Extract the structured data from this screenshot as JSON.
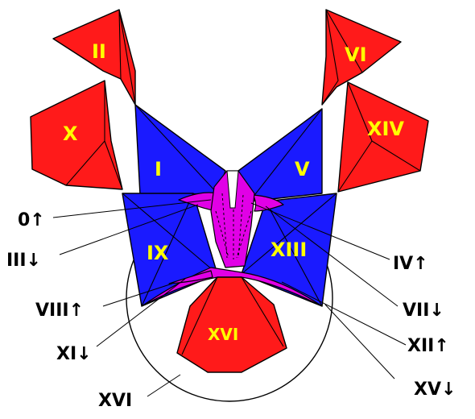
{
  "regions": {
    "i": "I",
    "ii": "II",
    "v": "V",
    "vi": "VI",
    "ix": "IX",
    "x": "X",
    "xiii": "XIII",
    "xiv": "XIV",
    "xvi": "XVI"
  },
  "callouts": {
    "c0": "0↑",
    "c3": "III↓",
    "c8": "VIII↑",
    "c11": "XI↓",
    "c16": "XVI",
    "c4": "IV↑",
    "c7": "VII↓",
    "c12": "XII↑",
    "c15": "XV↓"
  },
  "colors": {
    "red": "#ff1a1a",
    "blue": "#1a1aff",
    "magenta": "#e100e6",
    "label_yellow": "#ffff00"
  }
}
